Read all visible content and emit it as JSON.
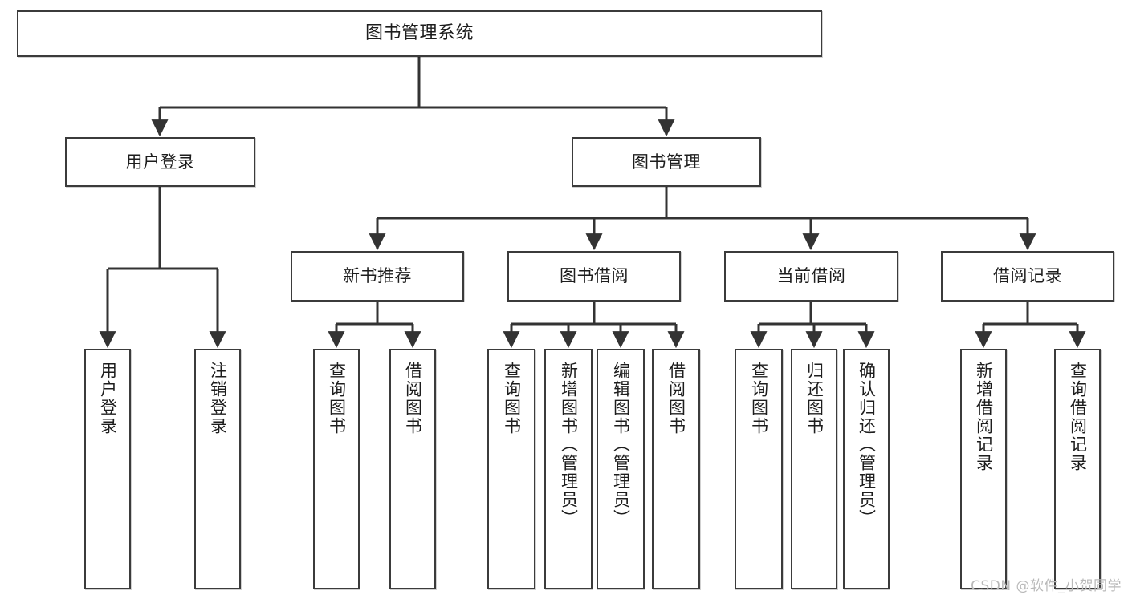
{
  "diagram": {
    "title": "图书管理系统",
    "watermark": "CSDN @软件_小贺同学",
    "type": "tree-hierarchy",
    "orientation": "top-down",
    "edge_style": "orthogonal-with-arrowheads",
    "colors": {
      "background": "#ffffff",
      "node_fill": "#ffffff",
      "node_border": "#3b3b3b",
      "edge": "#333333",
      "text": "#1d1d1d",
      "watermark": "#b9b9b9"
    },
    "nodes": {
      "root": {
        "label": "图书管理系统"
      },
      "level1": [
        {
          "label": "用户登录"
        },
        {
          "label": "图书管理"
        }
      ],
      "level2": [
        {
          "label": "新书推荐"
        },
        {
          "label": "图书借阅"
        },
        {
          "label": "当前借阅"
        },
        {
          "label": "借阅记录"
        }
      ],
      "leaves_user_login": [
        {
          "label": "用户登录"
        },
        {
          "label": "注销登录"
        }
      ],
      "leaves_new_books": [
        {
          "label": "查询图书"
        },
        {
          "label": "借阅图书"
        }
      ],
      "leaves_borrow": [
        {
          "label": "查询图书"
        },
        {
          "label": "新增图书（管理员）"
        },
        {
          "label": "编辑图书（管理员）"
        },
        {
          "label": "借阅图书"
        }
      ],
      "leaves_current": [
        {
          "label": "查询图书"
        },
        {
          "label": "归还图书"
        },
        {
          "label": "确认归还（管理员）"
        }
      ],
      "leaves_records": [
        {
          "label": "新增借阅记录"
        },
        {
          "label": "查询借阅记录"
        }
      ]
    }
  }
}
